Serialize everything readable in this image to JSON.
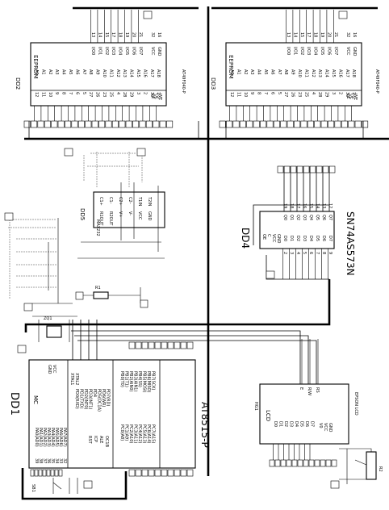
{
  "diagram": {
    "rotation_note": "",
    "components": {
      "dd1": {
        "designator": "DD1",
        "part": "AT8515-P",
        "inner": "MC"
      },
      "dd2": {
        "designator": "DD2",
        "part": "AT49F040-P",
        "inner": "EEPROM"
      },
      "dd3": {
        "designator": "DD3",
        "part": "AT49F040-P",
        "inner": "EEPROM"
      },
      "dd4": {
        "designator": "DD4",
        "part": "SN74AS573N"
      },
      "dd5": {
        "designator": "DD5",
        "part": "MAX232"
      },
      "hg1": {
        "designator": "HG1",
        "part": "EPSON LCD",
        "inner": "LCD"
      },
      "sb1": {
        "designator": "SB1"
      },
      "r2": {
        "designator": "R2"
      },
      "zq1": {
        "designator": "ZQ1"
      },
      "r1": {
        "designator": "R1"
      }
    },
    "mcu_left_pins": [
      "PA0(AD0)",
      "PA1(AD1)",
      "PA2(AD2)",
      "PA3(AD3)",
      "PA4(AD4)",
      "PA5(AD5)",
      "PA6(AD6)",
      "PA7(AD7)"
    ],
    "mcu_left_pin_numbers": [
      "39",
      "38",
      "37",
      "36",
      "35",
      "34",
      "33",
      "32"
    ],
    "mcu_right_pins_top": [
      "PB0(T0)",
      "PB1(T1)",
      "PB2(AIN0)",
      "PB3(AIN1)",
      "PB4(SS)",
      "PB5(MOSI)",
      "PB6(MISO)",
      "PB7(SCK)"
    ],
    "mcu_right_pins_mid": [
      "PD0(RXD)",
      "PD1(TXD)",
      "PD2(INT0)",
      "PD3(INT1)",
      "PD4",
      "PD5(OC1A)",
      "PD6(WR)",
      "PD7(RD)"
    ],
    "mcu_right_pins_bot": [
      "PC0(A8)",
      "PC1(A9)",
      "PC2(A10)",
      "PC3(A11)",
      "PC4(A12)",
      "PC5(A13)",
      "PC6(A14)",
      "PC7(A15)"
    ],
    "mcu_misc_pins": [
      "XTAL1",
      "XTAL2",
      "RST",
      "ICP",
      "ALE",
      "OC1B",
      "GND",
      "VCC"
    ],
    "eeprom_addr_pins": [
      "A0",
      "A1",
      "A2",
      "A3",
      "A4",
      "A5",
      "A6",
      "A7",
      "A8",
      "A9",
      "A10",
      "A11",
      "A12",
      "A13",
      "A14",
      "A15",
      "A16",
      "A17",
      "A18"
    ],
    "eeprom_addr_numbers": [
      "12",
      "11",
      "10",
      "9",
      "8",
      "7",
      "6",
      "5",
      "27",
      "26",
      "23",
      "25",
      "4",
      "28",
      "29",
      "3",
      "2",
      "30",
      "1"
    ],
    "eeprom_data_pins": [
      "I/O0",
      "I/O1",
      "I/O2",
      "I/O3",
      "I/O4",
      "I/O5",
      "I/O6",
      "I/O7"
    ],
    "eeprom_data_numbers": [
      "13",
      "14",
      "15",
      "17",
      "18",
      "19",
      "20",
      "21"
    ],
    "eeprom_ctrl": [
      "CE",
      "OE",
      "WE",
      "VCC",
      "GND"
    ],
    "eeprom_ctrl_numbers": [
      "22",
      "24",
      "31",
      "32",
      "16"
    ],
    "latch_d_numbers": [
      "2",
      "3",
      "4",
      "5",
      "6",
      "7",
      "8",
      "9"
    ],
    "latch_q_numbers": [
      "19",
      "18",
      "17",
      "16",
      "15",
      "14",
      "13",
      "12"
    ],
    "latch_inputs": [
      "D0",
      "D1",
      "D2",
      "D3",
      "D4",
      "D5",
      "D6",
      "D7"
    ],
    "latch_outputs": [
      "Q0",
      "Q1",
      "Q2",
      "Q3",
      "Q4",
      "Q5",
      "Q6",
      "Q7"
    ],
    "latch_ctrl": [
      "OE",
      "C",
      "VCC",
      "GND"
    ],
    "lcd_data": [
      "D0",
      "D1",
      "D2",
      "D3",
      "D4",
      "D5",
      "D6",
      "D7"
    ],
    "lcd_ctrl": [
      "E",
      "R/W",
      "RS",
      "V0",
      "VCC",
      "GND"
    ],
    "max_pins": [
      "C1+",
      "C1-",
      "C2+",
      "C2-",
      "T1IN",
      "T2IN",
      "R1OUT",
      "R2OUT",
      "V+",
      "V-",
      "VCC",
      "GND"
    ],
    "power_labels": {
      "vcc": "VCC",
      "gnd": "GND"
    }
  }
}
